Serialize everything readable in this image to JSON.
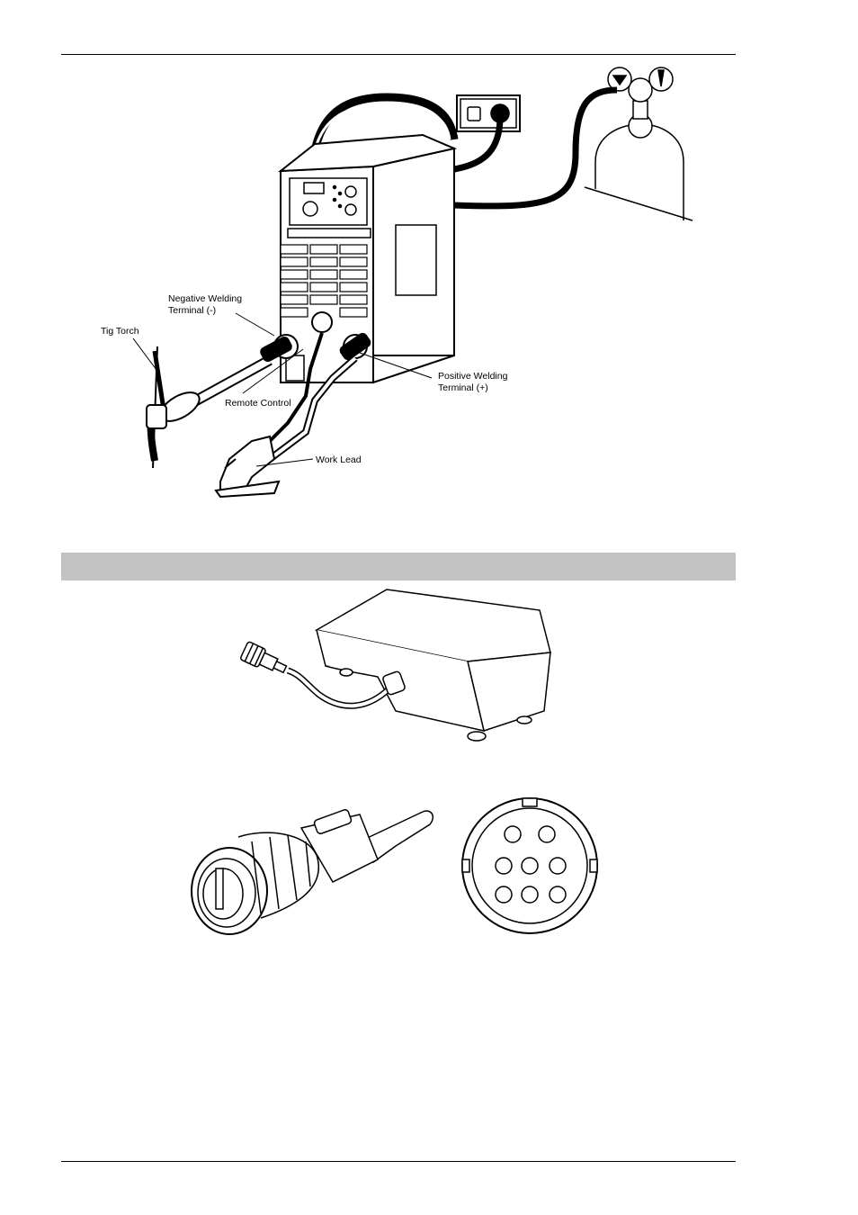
{
  "labels": {
    "negative_terminal_line1": "Negative Welding",
    "negative_terminal_line2": "Terminal (-)",
    "tig_torch": "Tig Torch",
    "remote_control": "Remote Control",
    "positive_terminal_line1": "Positive Welding",
    "positive_terminal_line2": "Terminal (+)",
    "work_lead": "Work Lead"
  },
  "section_bar": {
    "color": "#c2c2c2",
    "text": ""
  },
  "colors": {
    "line": "#000000",
    "page": "#ffffff"
  }
}
